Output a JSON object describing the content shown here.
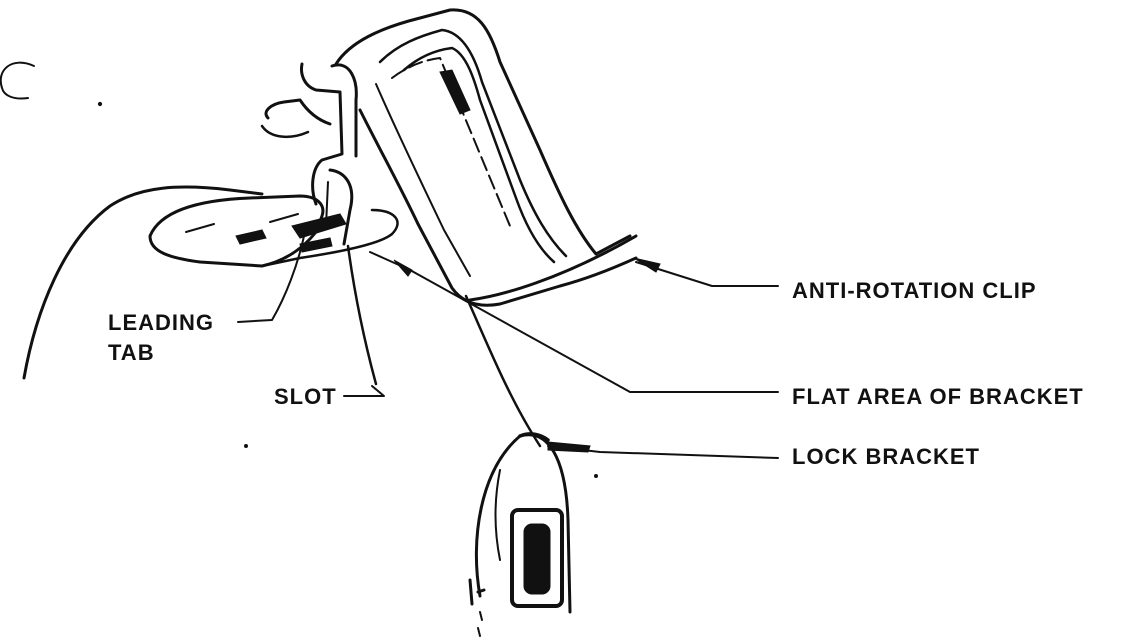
{
  "labels": {
    "anti_rotation_clip": "ANTI-ROTATION CLIP",
    "flat_area_of_bracket": "FLAT AREA OF BRACKET",
    "lock_bracket": "LOCK BRACKET",
    "leading_tab_line1": "LEADING",
    "leading_tab_line2": "TAB",
    "slot": "SLOT"
  },
  "colors": {
    "ink": "#111111",
    "background": "#ffffff"
  }
}
